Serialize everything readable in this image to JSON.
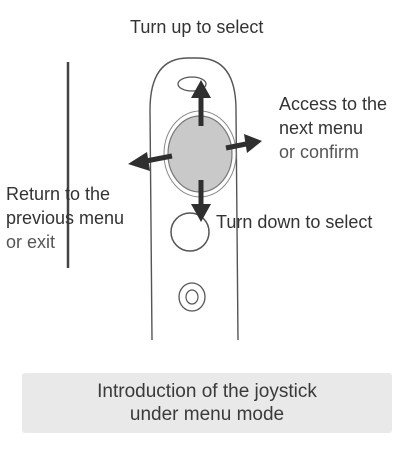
{
  "labels": {
    "turn_up": "Turn up to select",
    "access_next": {
      "line1": "Access to the",
      "line2": "next menu",
      "line3": "or confirm"
    },
    "return_previous": {
      "line1": "Return to the",
      "line2": "previous menu",
      "line3": "or exit"
    },
    "turn_down": "Turn down to select"
  },
  "caption": {
    "line1": "Introduction of the joystick",
    "line2": "under menu mode"
  }
}
